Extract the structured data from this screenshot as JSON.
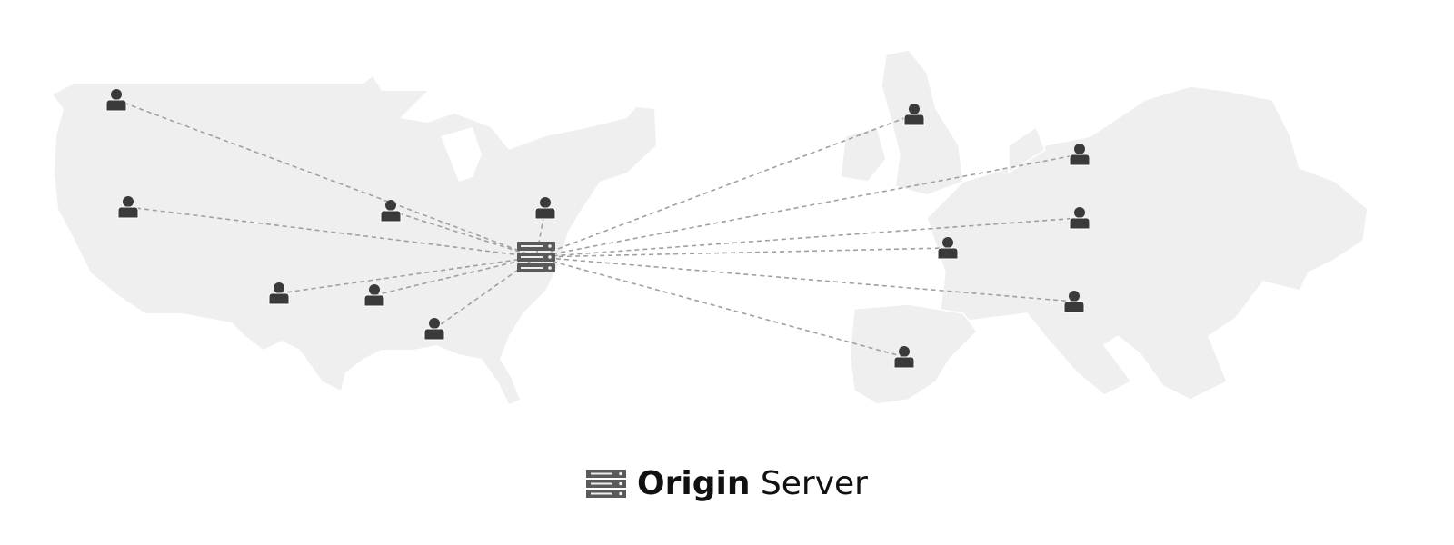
{
  "legend": {
    "label_bold": "Origin",
    "label_regular": "Server",
    "icon": "server-icon"
  },
  "colors": {
    "land": "#efefef",
    "land_border": "#ffffff",
    "link": "#a0a0a0",
    "icon": "#3a3a3a",
    "server": "#5a5a5a"
  },
  "user_count": 13
}
